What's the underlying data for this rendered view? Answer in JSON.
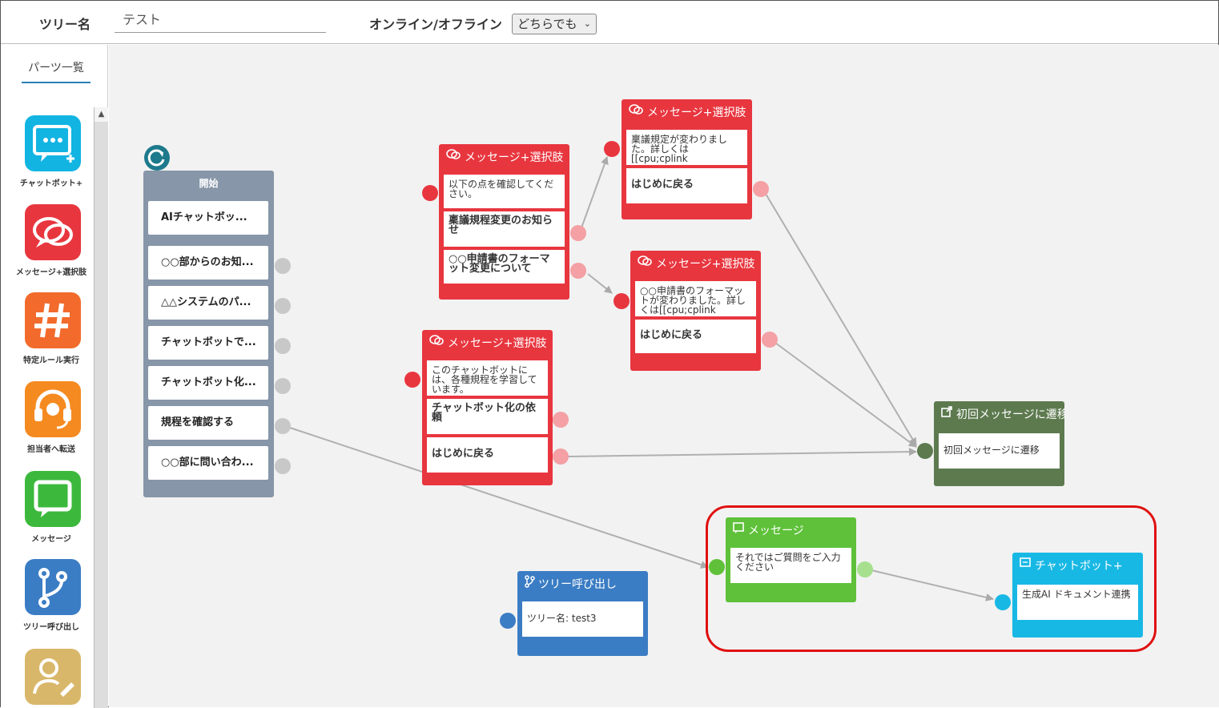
{
  "header": {
    "tree_name_label": "ツリー名",
    "tree_name_value": "テスト",
    "online_label": "オンライン/オフライン",
    "online_select": "どちらでも"
  },
  "sidebar": {
    "tab": "パーツ一覧",
    "parts": [
      {
        "label": "チャットボット+",
        "icon": "chatbot-plus-icon",
        "color": "#12b4e2"
      },
      {
        "label": "メッセージ+選択肢",
        "icon": "message-choice-icon",
        "color": "#e8363f"
      },
      {
        "label": "特定ルール実行",
        "icon": "hash-icon",
        "color": "#f26b2c"
      },
      {
        "label": "担当者へ転送",
        "icon": "headset-icon",
        "color": "#f58a20"
      },
      {
        "label": "メッセージ",
        "icon": "message-icon",
        "color": "#3cb93c"
      },
      {
        "label": "ツリー呼び出し",
        "icon": "branch-icon",
        "color": "#3b7dc4"
      },
      {
        "label": "",
        "icon": "user-edit-icon",
        "color": "#d9b76a"
      }
    ]
  },
  "nodes": {
    "start": {
      "title": "開始",
      "items": [
        "AIチャットボッ...",
        "○○部からのお知...",
        "△△システムのパ...",
        "チャットボットで...",
        "チャットボット化...",
        "規程を確認する",
        "○○部に問い合わ..."
      ]
    },
    "mc1": {
      "title": "メッセージ+選択肢",
      "message": "以下の点を確認してください。",
      "options": [
        "稟議規程変更のお知らせ",
        "○○申請書のフォーマット変更について"
      ]
    },
    "mc2": {
      "title": "メッセージ+選択肢",
      "message": "稟議規定が変わりました。詳しくは[[cpu;cplink",
      "options": [
        "はじめに戻る"
      ]
    },
    "mc3": {
      "title": "メッセージ+選択肢",
      "message": "○○申請書のフォーマットが変わりました。詳しくは[[cpu;cplink",
      "options": [
        "はじめに戻る"
      ]
    },
    "mc4": {
      "title": "メッセージ+選択肢",
      "message": "このチャットボットには、各種規程を学習しています。",
      "options": [
        "チャットボット化の依頼",
        "はじめに戻る"
      ]
    },
    "jump": {
      "title": "初回メッセージに遷移",
      "body": "初回メッセージに遷移"
    },
    "msg": {
      "title": "メッセージ",
      "body": "それではご質問をご入力ください"
    },
    "bot": {
      "title": "チャットボット+",
      "body": "生成AI ドキュメント連携"
    },
    "tree": {
      "title": "ツリー呼び出し",
      "body": "ツリー名: test3"
    }
  },
  "colors": {
    "red": "#e8363f",
    "gray": "#8796a8",
    "green": "#5fc13a",
    "olive": "#5d7a4f",
    "cyan": "#18b8e5",
    "blue": "#3b7dc4",
    "highlight": "#e01010"
  }
}
